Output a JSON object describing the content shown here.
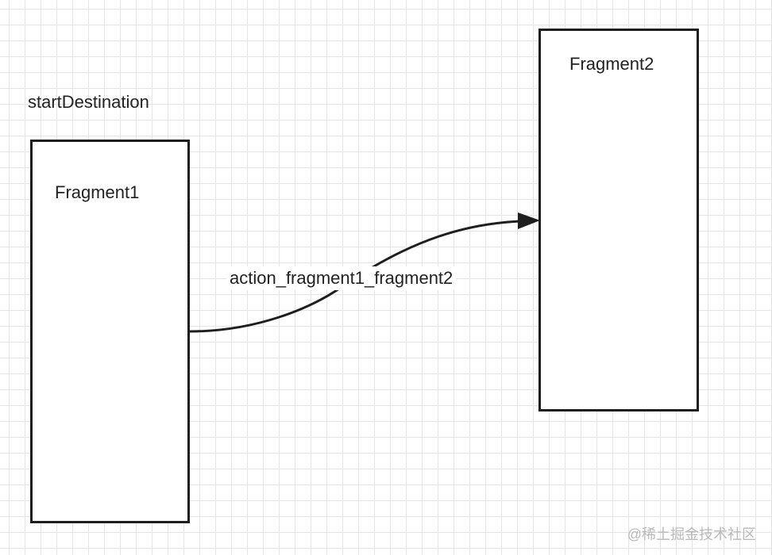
{
  "diagram": {
    "start_label": "startDestination",
    "nodes": [
      {
        "id": "fragment1",
        "label": "Fragment1"
      },
      {
        "id": "fragment2",
        "label": "Fragment2"
      }
    ],
    "edges": [
      {
        "from": "fragment1",
        "to": "fragment2",
        "label": "action_fragment1_fragment2"
      }
    ]
  },
  "watermark": "@稀土掘金技术社区",
  "colors": {
    "stroke": "#1e1e1e",
    "text": "#222222",
    "grid": "#e4e4e4",
    "watermark": "#b9b9b9"
  }
}
